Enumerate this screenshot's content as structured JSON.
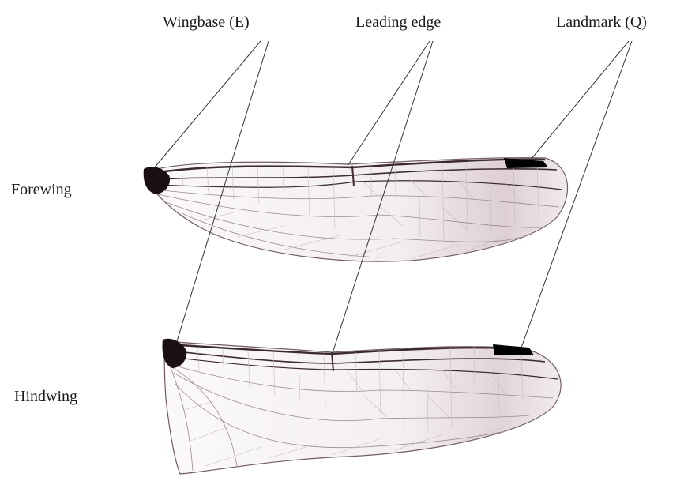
{
  "labels": {
    "wingbase": "Wingbase (E)",
    "leading_edge": "Leading edge",
    "landmark": "Landmark (Q)",
    "forewing": "Forewing",
    "hindwing": "Hindwing"
  },
  "colors": {
    "pterostigma": "#000000",
    "wing_base": "#1a0f14",
    "vein": "#3c2a30",
    "membrane_tint": "#b89aa6"
  }
}
